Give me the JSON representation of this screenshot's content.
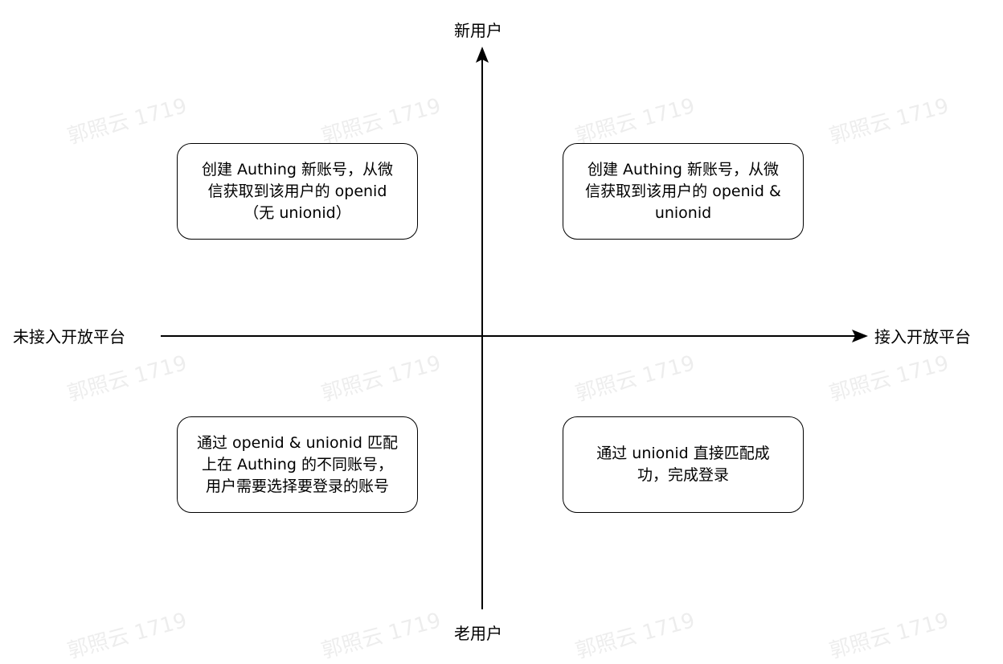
{
  "axes": {
    "top_label": "新用户",
    "bottom_label": "老用户",
    "left_label": "未接入开放平台",
    "right_label": "接入开放平台"
  },
  "quadrants": {
    "top_left": "创建 Authing 新账号，从微\n信获取到该用户的 openid\n（无 unionid）",
    "top_right": "创建 Authing 新账号，从微\n信获取到该用户的 openid &\nunionid",
    "bottom_left": "通过 openid & unionid 匹配\n上在 Authing 的不同账号，\n用户需要选择要登录的账号",
    "bottom_right": "通过 unionid 直接匹配成\n功，完成登录"
  },
  "watermark": "郭照云 1719",
  "colors": {
    "line": "#000000",
    "box_border": "#000000",
    "watermark": "#000000"
  }
}
